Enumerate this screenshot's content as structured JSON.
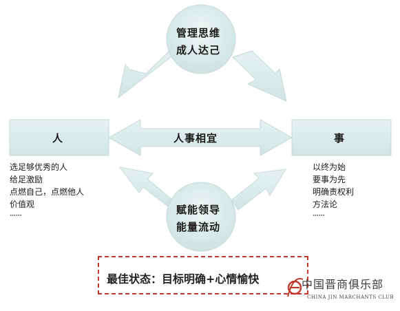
{
  "top_circle": {
    "line1": "管理思维",
    "line2": "成人达己"
  },
  "bottom_circle": {
    "line1": "赋能领导",
    "line2": "能量流动"
  },
  "left_box": {
    "label": "人"
  },
  "right_box": {
    "label": "事"
  },
  "center_arrow": {
    "label": "人事相宜"
  },
  "left_list": [
    "选足够优秀的人",
    "给足激励",
    "点燃自己，点燃他人",
    "价值观",
    "······"
  ],
  "right_list": [
    "以终为始",
    "要事为先",
    "明确责权利",
    "方法论",
    "······"
  ],
  "best_state": "最佳状态：目标明确+心情愉快",
  "watermark": {
    "cn": "中国晋商俱乐部",
    "en": "CHINA JIN MARCHANTS CLUB"
  },
  "colors": {
    "fill": "#dcebea",
    "border": "#c5dad8",
    "dashed_border": "#c2352e",
    "logo": "#c0392b"
  }
}
